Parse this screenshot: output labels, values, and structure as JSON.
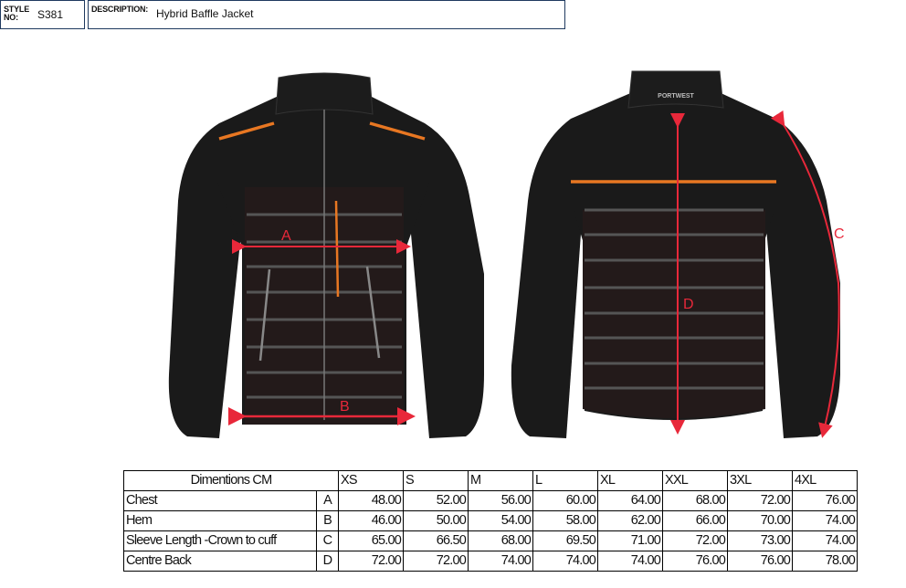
{
  "header": {
    "style_label": "STYLE NO:",
    "style_value": "S381",
    "description_label": "DESCRIPTION:",
    "description_value": "Hybrid Baffle Jacket"
  },
  "illustration": {
    "brand": "PORTWEST",
    "markers": {
      "a": "A",
      "b": "B",
      "c": "C",
      "d": "D"
    },
    "colors": {
      "jacket": "#1a1a1a",
      "trim": "#e87722",
      "measure": "#e8283a",
      "baffle": "#555555"
    }
  },
  "table": {
    "title": "Dimentions CM",
    "sizes": [
      "XS",
      "S",
      "M",
      "L",
      "XL",
      "XXL",
      "3XL",
      "4XL"
    ],
    "rows": [
      {
        "name": "Chest",
        "code": "A",
        "values": [
          "48.00",
          "52.00",
          "56.00",
          "60.00",
          "64.00",
          "68.00",
          "72.00",
          "76.00"
        ]
      },
      {
        "name": "Hem",
        "code": "B",
        "values": [
          "46.00",
          "50.00",
          "54.00",
          "58.00",
          "62.00",
          "66.00",
          "70.00",
          "74.00"
        ]
      },
      {
        "name": "Sleeve Length -Crown to cuff",
        "code": "C",
        "values": [
          "65.00",
          "66.50",
          "68.00",
          "69.50",
          "71.00",
          "72.00",
          "73.00",
          "74.00"
        ]
      },
      {
        "name": "Centre Back",
        "code": "D",
        "values": [
          "72.00",
          "72.00",
          "74.00",
          "74.00",
          "74.00",
          "76.00",
          "76.00",
          "78.00"
        ]
      }
    ]
  }
}
